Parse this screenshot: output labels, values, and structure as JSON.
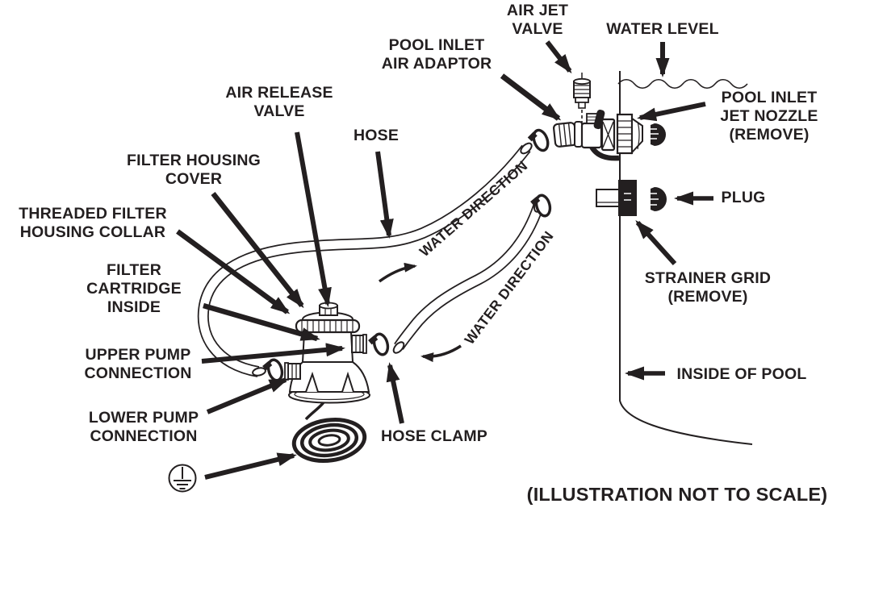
{
  "figure": {
    "background_color": "#ffffff",
    "line_color": "#231f20",
    "labels": {
      "air_jet_valve": "AIR JET\nVALVE",
      "water_level": "WATER LEVEL",
      "pool_inlet_air_adaptor": "POOL INLET\nAIR ADAPTOR",
      "air_release_valve": "AIR RELEASE\nVALVE",
      "hose": "HOSE",
      "filter_housing_cover": "FILTER HOUSING\nCOVER",
      "threaded_filter_housing_collar": "THREADED FILTER\nHOUSING COLLAR",
      "filter_cartridge_inside": "FILTER\nCARTRIDGE\nINSIDE",
      "upper_pump_connection": "UPPER PUMP\nCONNECTION",
      "lower_pump_connection": "LOWER PUMP\nCONNECTION",
      "pool_inlet_jet_nozzle": "POOL INLET\nJET NOZZLE\n(REMOVE)",
      "plug": "PLUG",
      "strainer_grid": "STRAINER GRID\n(REMOVE)",
      "inside_of_pool": "INSIDE OF POOL",
      "hose_clamp": "HOSE CLAMP",
      "water_direction_upper": "WATER DIRECTION",
      "water_direction_lower": "WATER DIRECTION",
      "footnote": "(ILLUSTRATION NOT TO SCALE)"
    }
  }
}
